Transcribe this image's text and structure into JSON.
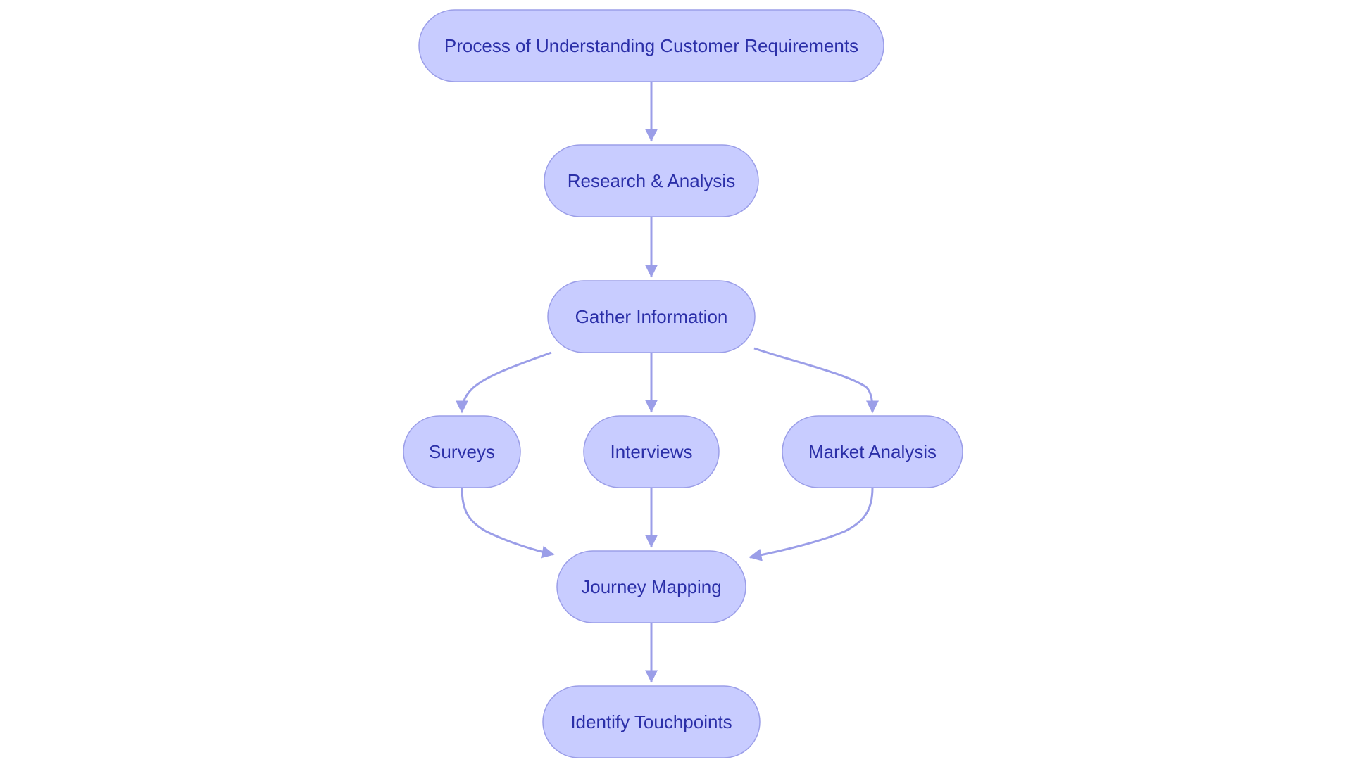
{
  "diagram": {
    "type": "flowchart",
    "direction": "top-down",
    "colors": {
      "node_fill": "#c8ccff",
      "node_border": "#9b9ee8",
      "node_text": "#2b2fa8",
      "edge": "#9b9ee8",
      "background": "#ffffff"
    },
    "nodes": [
      {
        "id": "process",
        "label": "Process of Understanding Customer Requirements"
      },
      {
        "id": "research",
        "label": "Research & Analysis"
      },
      {
        "id": "gather",
        "label": "Gather Information"
      },
      {
        "id": "surveys",
        "label": "Surveys"
      },
      {
        "id": "interviews",
        "label": "Interviews"
      },
      {
        "id": "market",
        "label": "Market Analysis"
      },
      {
        "id": "journey",
        "label": "Journey Mapping"
      },
      {
        "id": "touchpoints",
        "label": "Identify Touchpoints"
      }
    ],
    "edges": [
      {
        "from": "process",
        "to": "research"
      },
      {
        "from": "research",
        "to": "gather"
      },
      {
        "from": "gather",
        "to": "surveys"
      },
      {
        "from": "gather",
        "to": "interviews"
      },
      {
        "from": "gather",
        "to": "market"
      },
      {
        "from": "surveys",
        "to": "journey"
      },
      {
        "from": "interviews",
        "to": "journey"
      },
      {
        "from": "market",
        "to": "journey"
      },
      {
        "from": "journey",
        "to": "touchpoints"
      }
    ]
  }
}
